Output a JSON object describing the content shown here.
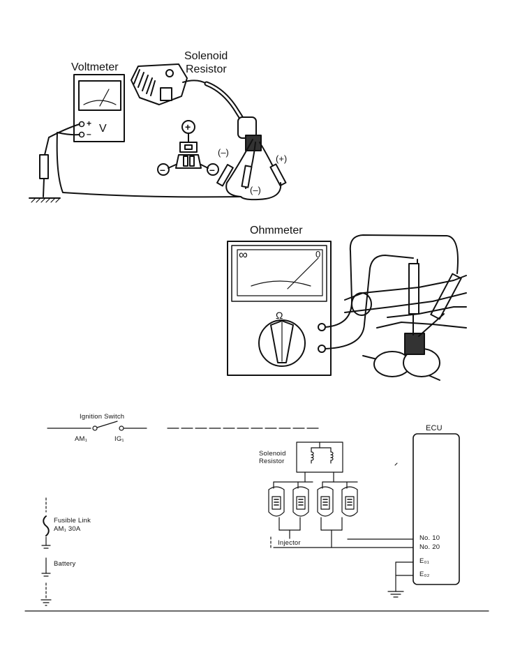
{
  "figure1": {
    "voltmeter_label": "Voltmeter",
    "solenoid_resistor_label_line1": "Solenoid",
    "solenoid_resistor_label_line2": "Resistor",
    "meter_terminal_pos": "+",
    "meter_terminal_neg": "–",
    "meter_symbol": "V",
    "connector_pos": "+",
    "connector_neg": "–",
    "probe_neg_a": "(–)",
    "probe_pos": "(+)",
    "probe_neg_b": "(–)"
  },
  "figure2": {
    "ohmmeter_label": "Ohmmeter",
    "scale_infinity": "∞",
    "scale_zero": "0",
    "selector_symbol": "Ω"
  },
  "figure3": {
    "ignition_switch_label": "Ignition Switch",
    "am_left_label": "AM₁",
    "ig_label": "IG₁",
    "ecu_label": "ECU",
    "solenoid_resistor_line1": "Solenoid",
    "solenoid_resistor_line2": "Resistor",
    "fusible_link_line1": "Fusible Link",
    "fusible_link_line2": "AM₁ 30A",
    "battery_label": "Battery",
    "injector_label": "Injector",
    "terminal_no10": "No. 10",
    "terminal_no20": "No. 20",
    "terminal_e01": "E₀₁",
    "terminal_e02": "E₀₂"
  }
}
